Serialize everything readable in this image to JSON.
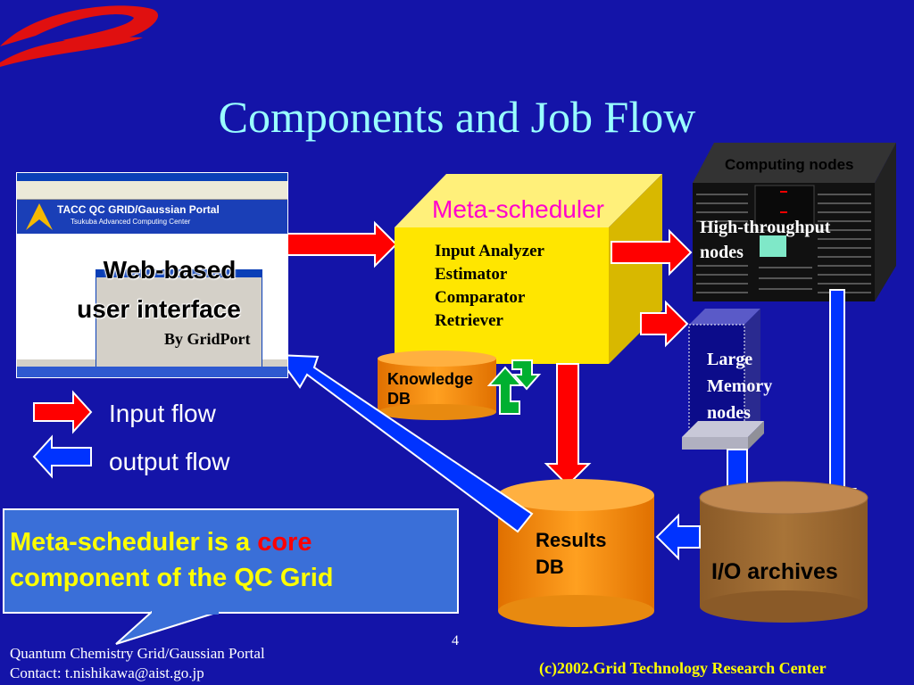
{
  "slide": {
    "title": "Components and Job Flow",
    "page_number": "4",
    "footer_left_line1": "Quantum Chemistry Grid/Gaussian Portal",
    "footer_left_line2": "Contact: t.nishikawa@aist.go.jp",
    "footer_right": "(c)2002.Grid Technology Research Center"
  },
  "portal": {
    "header_title": "TACC QC GRID/Gaussian Portal",
    "header_subtitle": "Tsukuba Advanced Computing Center",
    "label_line1": "Web-based",
    "label_line2": "user  interface",
    "by": "By GridPort"
  },
  "legend": {
    "input_flow": "Input flow",
    "output_flow": "output flow",
    "input_color": "#ff0000",
    "output_color": "#0033ff"
  },
  "meta_scheduler": {
    "title": "Meta-scheduler",
    "items": [
      "Input Analyzer",
      "Estimator",
      "Comparator",
      "Retriever"
    ]
  },
  "knowledge_db": {
    "line1": "Knowledge",
    "line2": "DB"
  },
  "computing": {
    "label": "Computing nodes",
    "high_throughput_line1": "High-throughput",
    "high_throughput_line2": "nodes"
  },
  "large_memory": {
    "line1": "Large",
    "line2": "Memory",
    "line3": "nodes"
  },
  "results_db": {
    "line1": "Results",
    "line2": "DB"
  },
  "io_archives": {
    "label": "I/O archives"
  },
  "callout": {
    "part1": "Meta-scheduler is a ",
    "highlight": "core",
    "line2": "component of the QC Grid"
  },
  "colors": {
    "background": "#1414a8",
    "title": "#99ffff",
    "meta_scheduler_box": "#ffe600",
    "callout_bg": "#3a6fd8",
    "callout_text": "#ffff00",
    "highlight": "#ff0000"
  }
}
